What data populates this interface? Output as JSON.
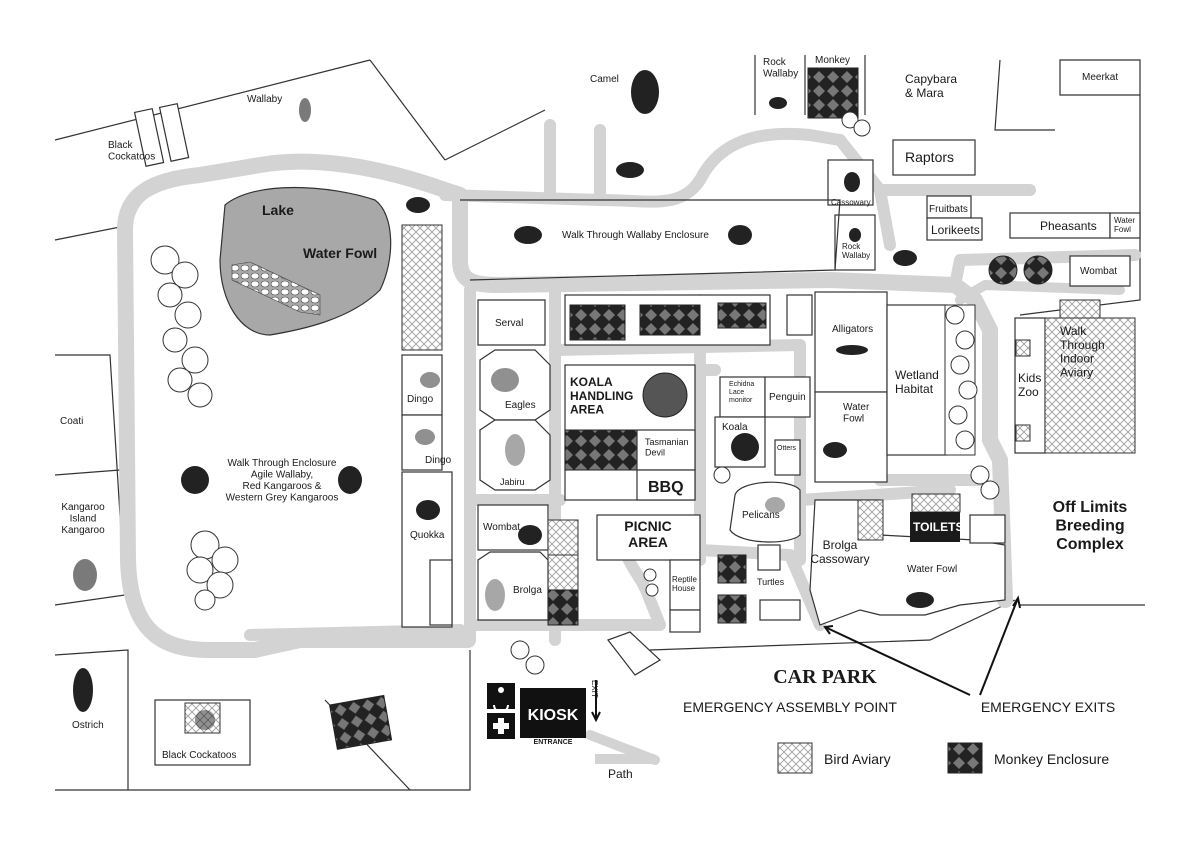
{
  "labels": {
    "wallaby": "Wallaby",
    "black_cockatoos_top": "Black\nCockatoos",
    "camel": "Camel",
    "rock_wallaby_top": "Rock\nWallaby",
    "monkey": "Monkey",
    "capybara": "Capybara\n& Mara",
    "meerkat": "Meerkat",
    "raptors": "Raptors",
    "lake": "Lake",
    "water_fowl_lake": "Water Fowl",
    "cassowary_small": "Cassowary",
    "fruitbats": "Fruitbats",
    "lorikeets": "Lorikeets",
    "pheasants": "Pheasants",
    "water_fowl_small": "Water\nFowl",
    "walk_through_wallaby": "Walk Through Wallaby Enclosure",
    "rock_wallaby_mid": "Rock\nWallaby",
    "wombat_right": "Wombat",
    "serval": "Serval",
    "alligators": "Alligators",
    "wetland": "Wetland\nHabitat",
    "kids_zoo": "Kids\nZoo",
    "indoor_aviary": "Walk\nThrough\nIndoor\nAviary",
    "dingo1": "Dingo",
    "eagles": "Eagles",
    "koala_handling": "KOALA\nHANDLING\nAREA",
    "echidna": "Echidna\nLace\nmonitor",
    "penguin": "Penguin",
    "water_fowl_mid": "Water\nFowl",
    "coati": "Coati",
    "dingo2": "Dingo",
    "jabiru": "Jabiru",
    "tas_devil": "Tasmanian\nDevil",
    "koala": "Koala",
    "otters": "Otters",
    "bbq": "BBQ",
    "walk_through_kangaroo": "Walk Through Enclosure\nAgile Wallaby,\nRed Kangaroos &\nWestern Grey Kangaroos",
    "quokka": "Quokka",
    "pelicans": "Pelicans",
    "toilets": "TOILETS",
    "off_limits": "Off Limits\nBreeding\nComplex",
    "kangaroo_island": "Kangaroo\nIsland\nKangaroo",
    "wombat_left": "Wombat",
    "picnic": "PICNIC\nAREA",
    "brolga_cassowary": "Brolga\n\nCassowary",
    "water_fowl_right": "Water Fowl",
    "brolga_left": "Brolga",
    "reptile_house": "Reptile\nHouse",
    "turtles": "Turtles",
    "ostrich": "Ostrich",
    "car_park": "CAR PARK",
    "emergency_assembly": "EMERGENCY ASSEMBLY POINT",
    "emergency_exits": "EMERGENCY EXITS",
    "kiosk": "KIOSK",
    "entrance": "ENTRANCE",
    "exit": "EXIT",
    "black_cockatoos_bottom": "Black Cockatoos"
  },
  "legend": {
    "path": "Path",
    "bird_aviary": "Bird  Aviary",
    "monkey_enclosure": "Monkey Enclosure"
  },
  "colors": {
    "path": "#d3d3d3",
    "lake": "#a8a8a8",
    "ink": "#1a1a1a"
  },
  "icons": {
    "accessible": "wheelchair-icon",
    "first_aid": "first-aid-icon"
  }
}
